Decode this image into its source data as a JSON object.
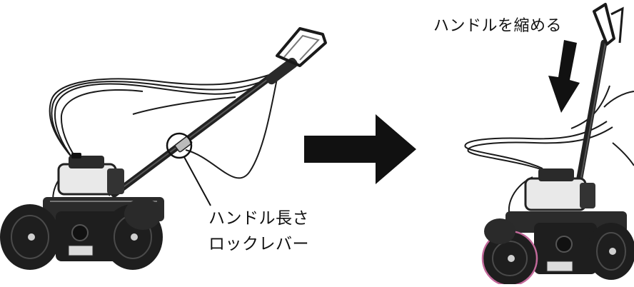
{
  "labels": {
    "lever_line1": "ハンドル長さ",
    "lever_line2": "ロックレバー",
    "shorten": "ハンドルを縮める"
  },
  "colors": {
    "ink": "#111111",
    "body_light": "#e9e9e9",
    "wheel_dark": "#1e1e1e",
    "highlight_ring": "#c2699a"
  },
  "icons": {
    "process_arrow": "right-arrow-icon",
    "push_arrow": "down-arrow-icon",
    "callout_circle": "circle-callout-icon"
  }
}
